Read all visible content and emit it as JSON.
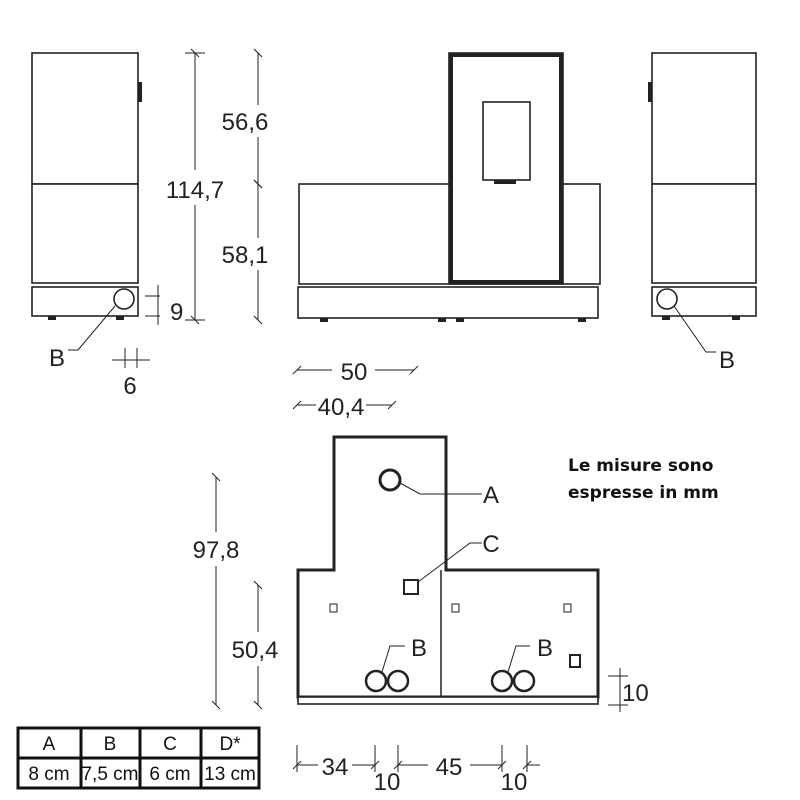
{
  "dimensions": {
    "total_height": "114,7",
    "upper_height": "56,6",
    "lower_height": "58,1",
    "base_offset": "9",
    "side_offset": "6",
    "width_front": "50",
    "width_inner": "40,4",
    "plan_depth": "97,8",
    "plan_depth_lower": "50,4",
    "plan_side": "10",
    "bottom_34": "34",
    "bottom_10a": "10",
    "bottom_45": "45",
    "bottom_10b": "10"
  },
  "labels": {
    "A": "A",
    "B": "B",
    "C": "C"
  },
  "note": [
    "Le misure sono",
    "espresse in mm"
  ],
  "table": {
    "headers": [
      "A",
      "B",
      "C",
      "D*"
    ],
    "values": [
      "8 cm",
      "7,5 cm",
      "6 cm",
      "13 cm"
    ]
  }
}
